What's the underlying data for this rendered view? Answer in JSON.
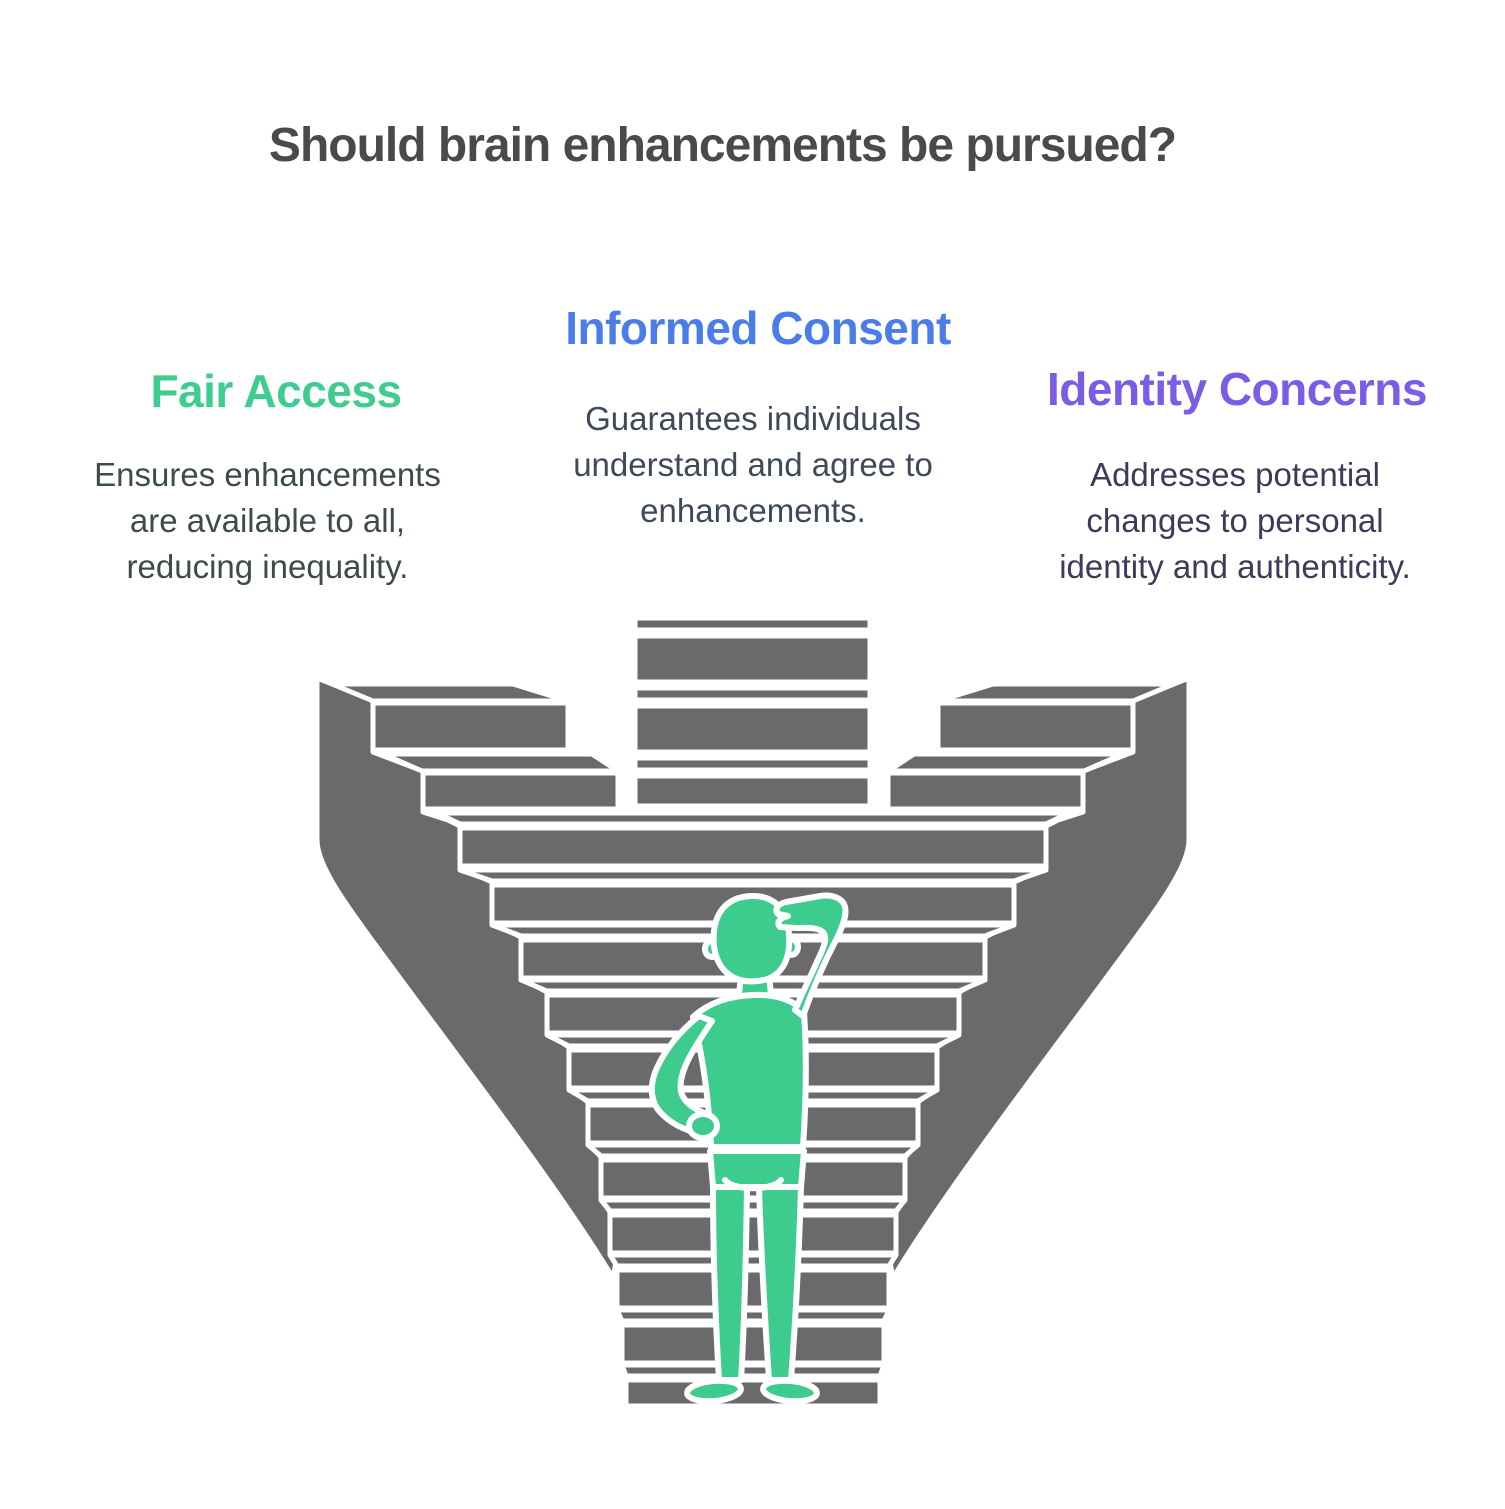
{
  "title": "Should brain enhancements be pursued?",
  "title_color": "#4a4a4c",
  "background": "#ffffff",
  "sections": [
    {
      "id": "fair-access",
      "heading": "Fair Access",
      "heading_color": "#3ecc8f",
      "body_color": "#3c4c46",
      "body": [
        "Ensures enhancements",
        "are available to all,",
        "reducing inequality."
      ]
    },
    {
      "id": "informed-consent",
      "heading": "Informed Consent",
      "heading_color": "#4a7de9",
      "body_color": "#3e495a",
      "body": [
        "Guarantees individuals",
        "understand and agree to",
        "enhancements."
      ]
    },
    {
      "id": "identity-concerns",
      "heading": "Identity Concerns",
      "heading_color": "#7a5ce6",
      "body_color": "#3e3a59",
      "body": [
        "Addresses potential",
        "changes to personal",
        "identity and authenticity."
      ]
    }
  ],
  "illustration": {
    "name": "person-contemplating-branching-staircase",
    "stair_color": "#6a6a6c",
    "person_color": "#3ecb8e",
    "outline_color": "#ffffff"
  }
}
